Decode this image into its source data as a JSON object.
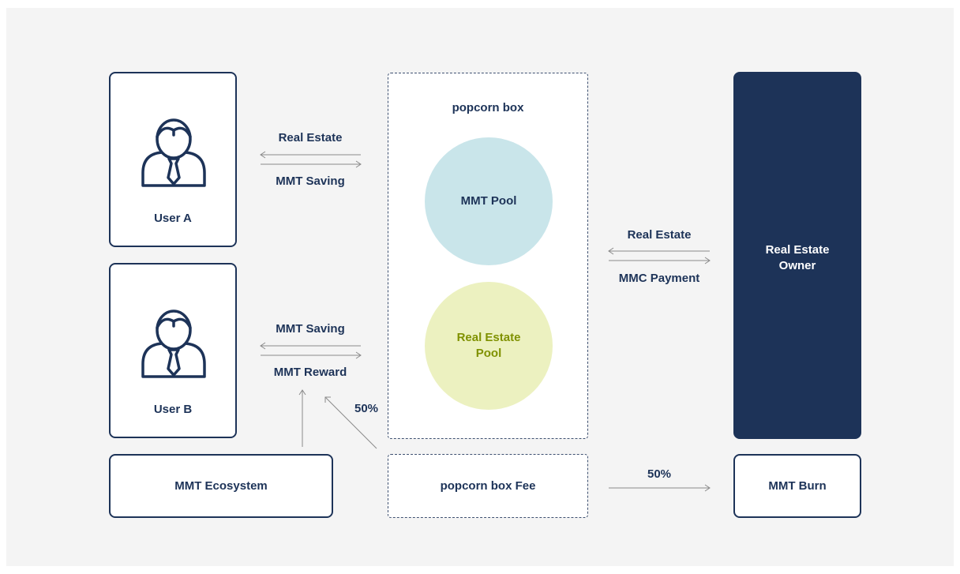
{
  "colors": {
    "navy": "#1d3358",
    "mmt_pool_fill": "#c9e5ea",
    "real_estate_pool_fill": "#ecf1c0",
    "real_estate_pool_text": "#7f9100",
    "arrow": "#8a8a8a"
  },
  "nodes": {
    "user_a": "User A",
    "user_b": "User B",
    "mmt_ecosystem": "MMT Ecosystem",
    "popcorn_box": "popcorn box",
    "mmt_pool": "MMT Pool",
    "real_estate_pool": "Real Estate\nPool",
    "popcorn_box_fee": "popcorn box Fee",
    "real_estate_owner": "Real Estate\nOwner",
    "mmt_burn": "MMT Burn"
  },
  "icons": {
    "user": "user-icon"
  },
  "edges": {
    "user_a_top": "Real Estate",
    "user_a_bottom": "MMT Saving",
    "user_b_top": "MMT Saving",
    "user_b_bottom": "MMT Reward",
    "fee_to_user_b": "50%",
    "owner_top": "Real Estate",
    "owner_bottom": "MMC Payment",
    "fee_to_burn": "50%"
  }
}
